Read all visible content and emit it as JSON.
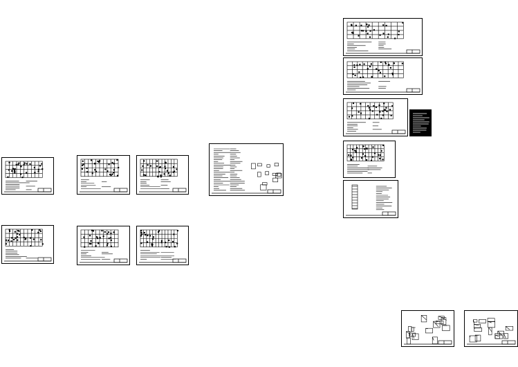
{
  "canvas": {
    "background": "#ffffff",
    "line_color": "#000000"
  },
  "sheets": [
    {
      "id": "sheet-a1",
      "kind": "floor-plan",
      "has_title_block": true
    },
    {
      "id": "sheet-a2",
      "kind": "floor-plan",
      "has_title_block": true
    },
    {
      "id": "sheet-a3",
      "kind": "floor-plan",
      "has_title_block": true
    },
    {
      "id": "sheet-notes",
      "kind": "general-notes",
      "has_title_block": true
    },
    {
      "id": "sheet-b1",
      "kind": "floor-plan",
      "has_title_block": true
    },
    {
      "id": "sheet-b2",
      "kind": "floor-plan",
      "has_title_block": true
    },
    {
      "id": "sheet-b3",
      "kind": "floor-plan",
      "has_title_block": true
    },
    {
      "id": "sheet-r1",
      "kind": "floor-plan",
      "has_title_block": true
    },
    {
      "id": "sheet-r2",
      "kind": "floor-plan",
      "has_title_block": true
    },
    {
      "id": "sheet-r3",
      "kind": "floor-plan",
      "has_title_block": true
    },
    {
      "id": "sheet-r3-legend",
      "kind": "legend-panel",
      "has_title_block": false
    },
    {
      "id": "sheet-r4",
      "kind": "floor-plan",
      "has_title_block": false
    },
    {
      "id": "sheet-r5",
      "kind": "column-schedule",
      "has_title_block": true
    },
    {
      "id": "sheet-d1",
      "kind": "details",
      "has_title_block": true
    },
    {
      "id": "sheet-d2",
      "kind": "details",
      "has_title_block": true
    }
  ]
}
